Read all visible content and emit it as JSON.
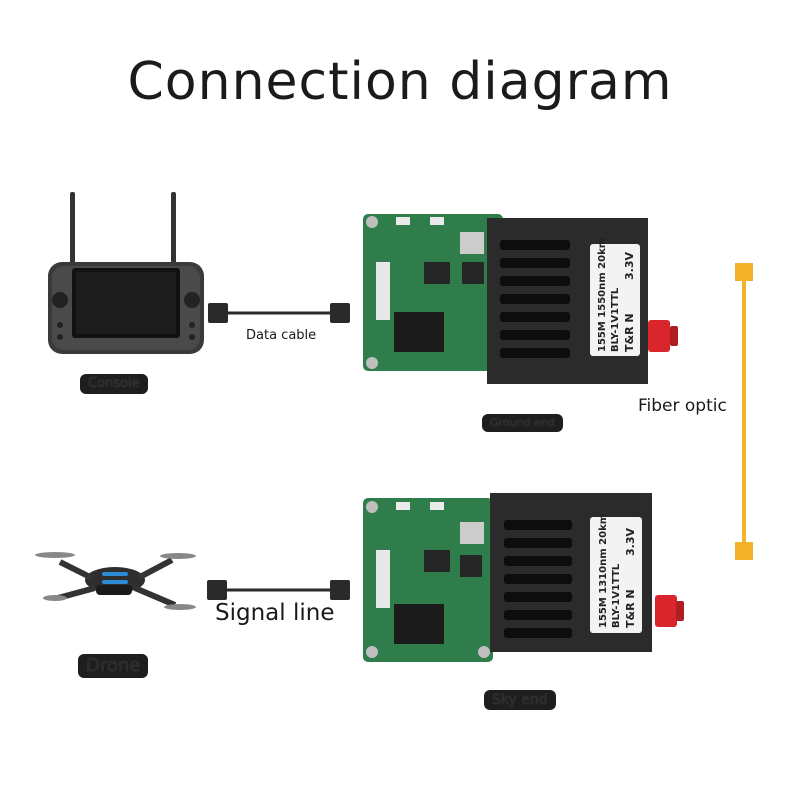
{
  "title": "Connection diagram",
  "labels": {
    "console": "Console",
    "drone": "Drone",
    "data_cable": "Data cable",
    "signal_line": "Signal line",
    "ground_end": "Ground end",
    "sky_end": "Sky end",
    "fiber_optic": "Fiber optic"
  },
  "modules": {
    "ground": {
      "line1": "155M 1550nm 20km",
      "line2": "BLY-1V1TTL",
      "line3": "T&R    N",
      "voltage": "3.3V"
    },
    "sky": {
      "line1": "155M 1310nm 20km",
      "line2": "BLY-1V1TTL",
      "line3": "T&R    N",
      "voltage": "3.3V"
    }
  },
  "colors": {
    "pcb_green": "#2f7d4a",
    "housing": "#2b2b2b",
    "fiber_orange": "#f2b22a",
    "connector_red": "#d9262c",
    "cable": "#2a2a2a"
  }
}
